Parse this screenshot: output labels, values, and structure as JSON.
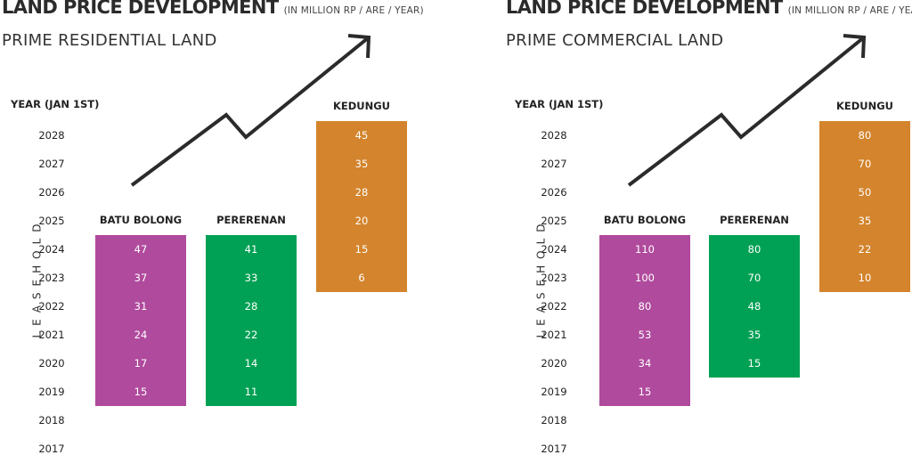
{
  "chart_data": [
    {
      "type": "table",
      "title": "LAND PRICE DEVELOPMENT",
      "unit_note": "(IN MILLION RP / ARE / YEAR)",
      "subtitle": "PRIME RESIDENTIAL LAND",
      "year_header": "YEAR (JAN 1ST)",
      "side_label": "LEASEHOLD",
      "years": [
        "2028",
        "2027",
        "2026",
        "2025",
        "2024",
        "2023",
        "2022",
        "2021",
        "2020",
        "2019",
        "2018",
        "2017"
      ],
      "series": [
        {
          "name": "BATU BOLONG",
          "color": "#b04a9d",
          "values": [
            {
              "year": "2024",
              "value": 47
            },
            {
              "year": "2023",
              "value": 37
            },
            {
              "year": "2022",
              "value": 31
            },
            {
              "year": "2021",
              "value": 24
            },
            {
              "year": "2020",
              "value": 17
            },
            {
              "year": "2019",
              "value": 15
            }
          ]
        },
        {
          "name": "PERERENAN",
          "color": "#00a154",
          "values": [
            {
              "year": "2024",
              "value": 41
            },
            {
              "year": "2023",
              "value": 33
            },
            {
              "year": "2022",
              "value": 28
            },
            {
              "year": "2021",
              "value": 22
            },
            {
              "year": "2020",
              "value": 14
            },
            {
              "year": "2019",
              "value": 11
            }
          ]
        },
        {
          "name": "KEDUNGU",
          "color": "#d3842c",
          "values": [
            {
              "year": "2028",
              "value": 45
            },
            {
              "year": "2027",
              "value": 35
            },
            {
              "year": "2026",
              "value": 28
            },
            {
              "year": "2025",
              "value": 20
            },
            {
              "year": "2024",
              "value": 15
            },
            {
              "year": "2023",
              "value": 6
            }
          ]
        }
      ]
    },
    {
      "type": "table",
      "title": "LAND PRICE DEVELOPMENT",
      "unit_note": "(IN MILLION RP / ARE / YEAR)",
      "subtitle": "PRIME COMMERCIAL LAND",
      "year_header": "YEAR (JAN 1ST)",
      "side_label": "LEASEHOLD",
      "years": [
        "2028",
        "2027",
        "2026",
        "2025",
        "2024",
        "2023",
        "2022",
        "2021",
        "2020",
        "2019",
        "2018",
        "2017"
      ],
      "series": [
        {
          "name": "BATU BOLONG",
          "color": "#b04a9d",
          "values": [
            {
              "year": "2024",
              "value": 110
            },
            {
              "year": "2023",
              "value": 100
            },
            {
              "year": "2022",
              "value": 80
            },
            {
              "year": "2021",
              "value": 53
            },
            {
              "year": "2020",
              "value": 34
            },
            {
              "year": "2019",
              "value": 15
            }
          ]
        },
        {
          "name": "PERERENAN",
          "color": "#00a154",
          "values": [
            {
              "year": "2024",
              "value": 80
            },
            {
              "year": "2023",
              "value": 70
            },
            {
              "year": "2022",
              "value": 48
            },
            {
              "year": "2021",
              "value": 35
            },
            {
              "year": "2020",
              "value": 15
            }
          ]
        },
        {
          "name": "KEDUNGU",
          "color": "#d3842c",
          "values": [
            {
              "year": "2028",
              "value": 80
            },
            {
              "year": "2027",
              "value": 70
            },
            {
              "year": "2026",
              "value": 50
            },
            {
              "year": "2025",
              "value": 35
            },
            {
              "year": "2024",
              "value": 22
            },
            {
              "year": "2023",
              "value": 10
            }
          ]
        }
      ]
    }
  ]
}
